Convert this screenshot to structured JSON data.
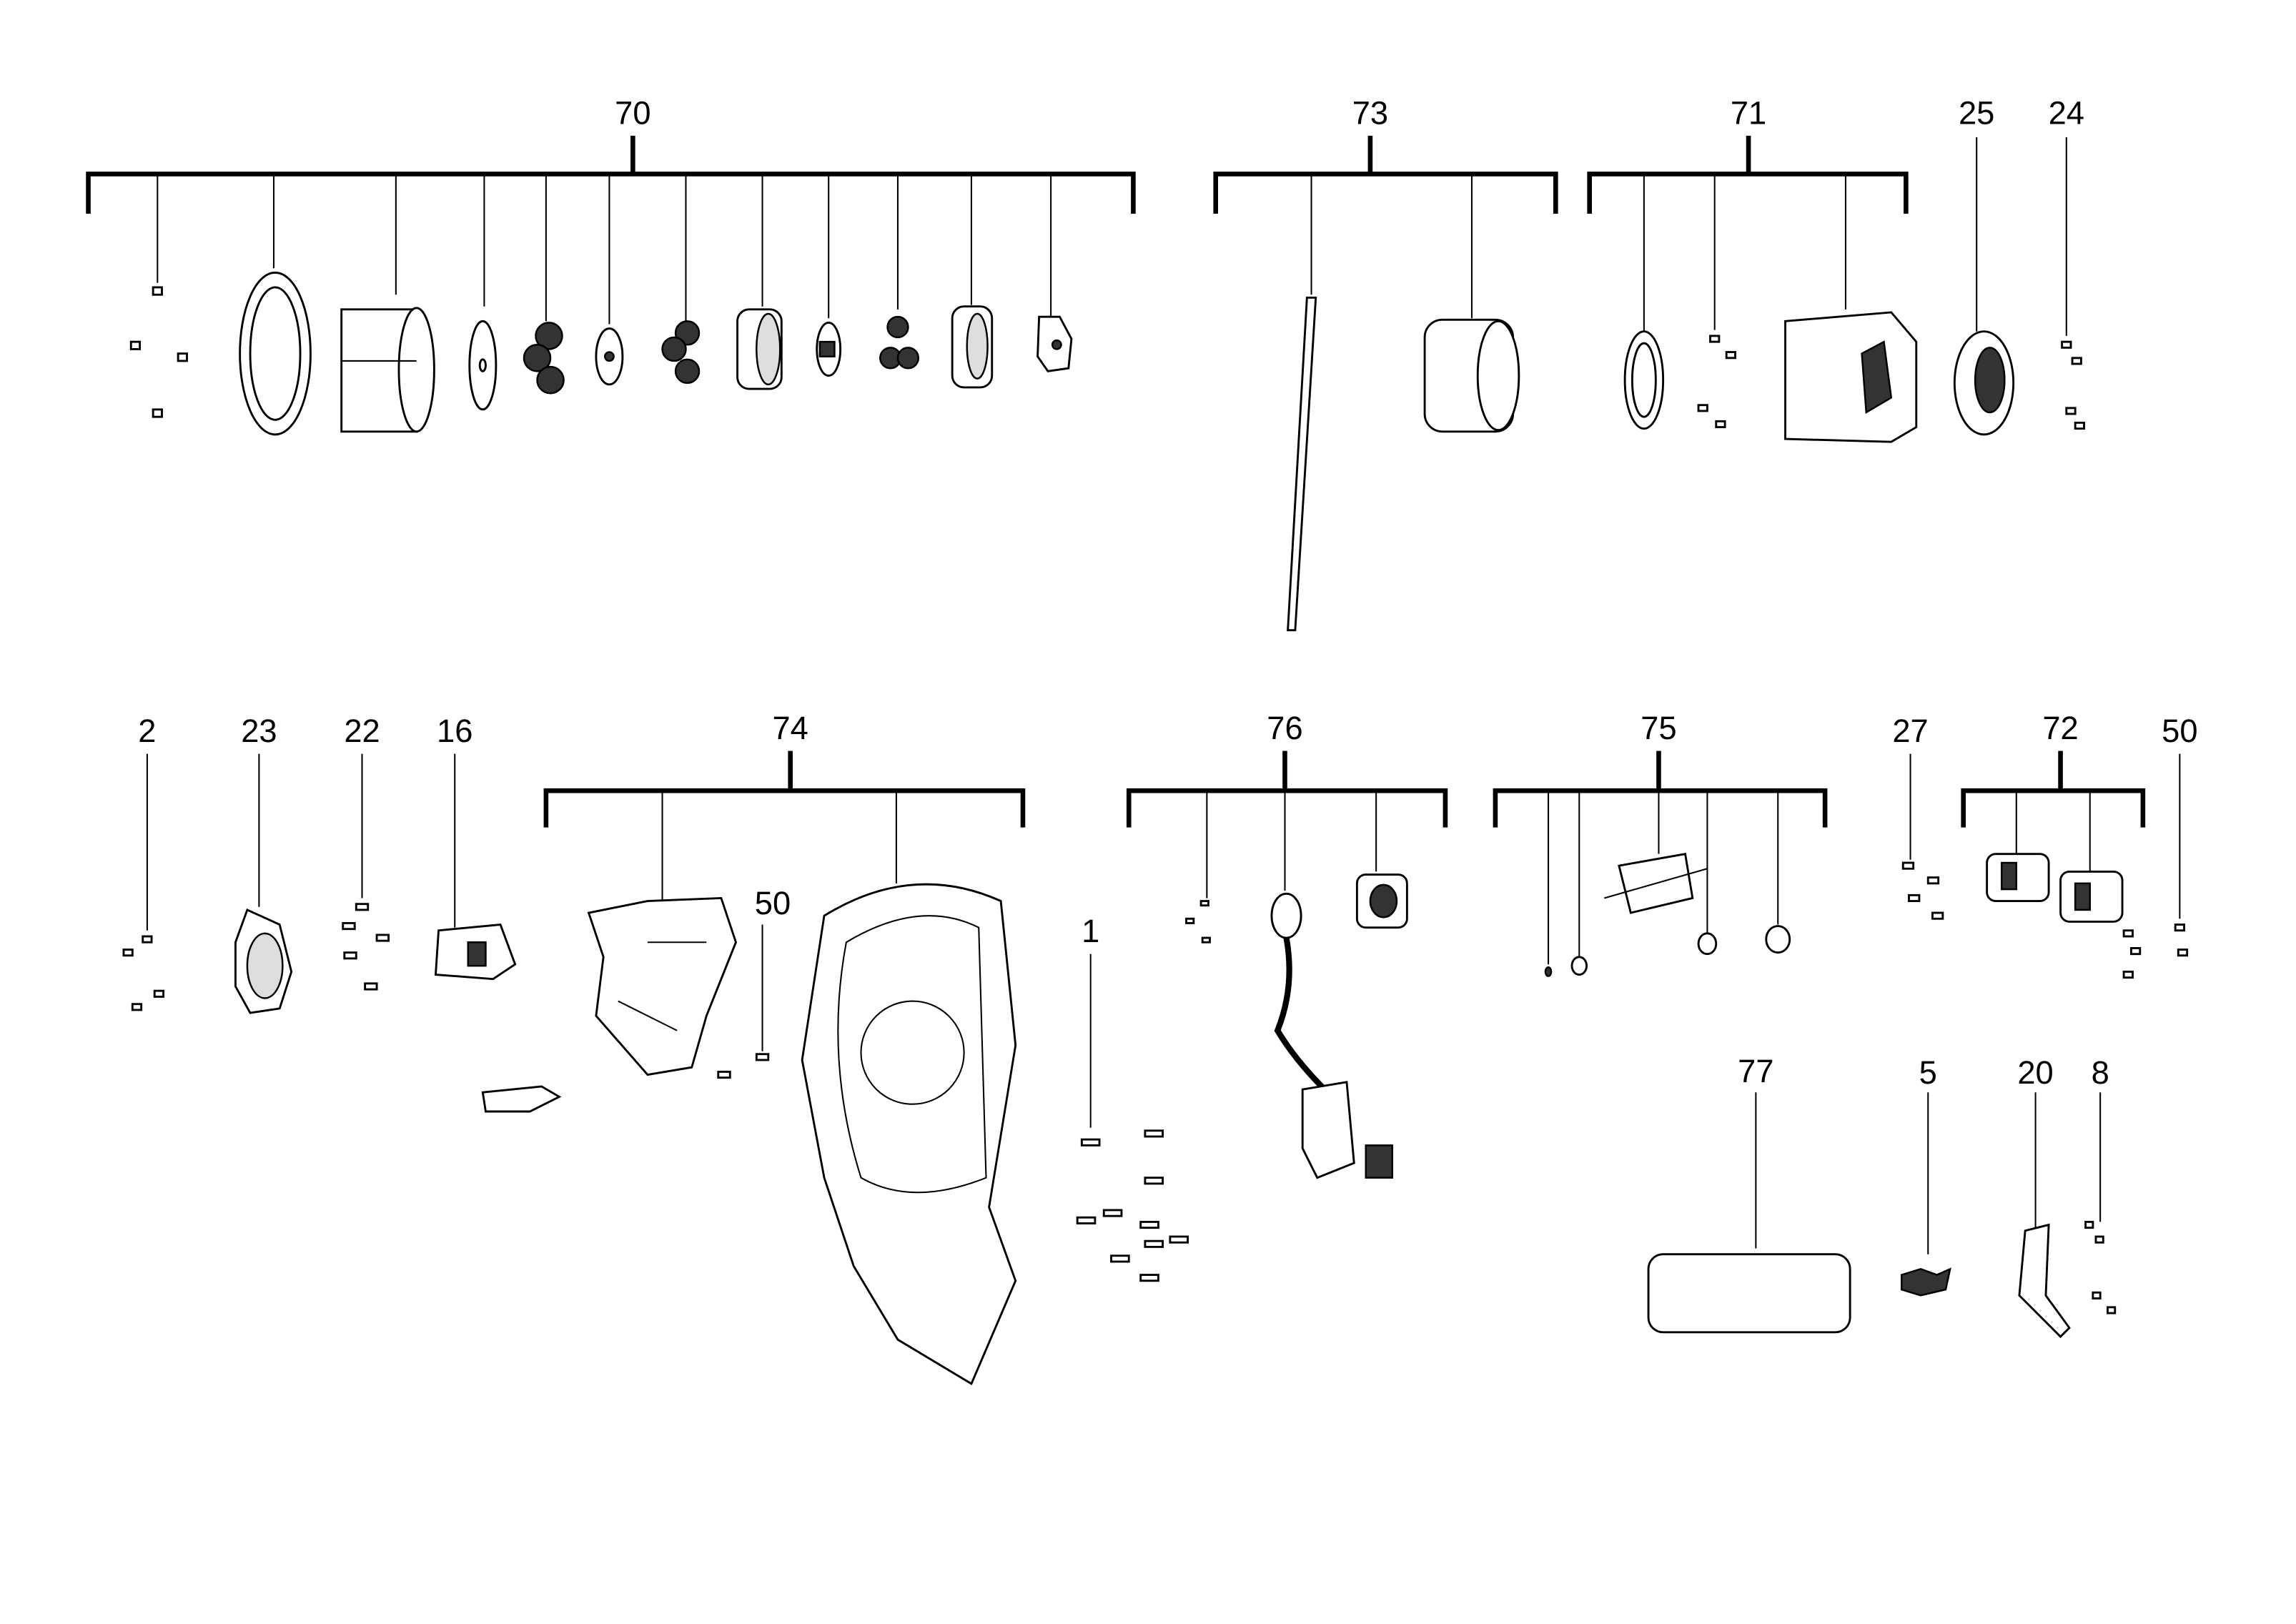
{
  "diagram": {
    "title": "Exploded parts diagram",
    "callouts": {
      "c70": "70",
      "c73": "73",
      "c71": "71",
      "c25": "25",
      "c24": "24",
      "c2": "2",
      "c23": "23",
      "c22": "22",
      "c16": "16",
      "c74": "74",
      "c50a": "50",
      "c76": "76",
      "c75": "75",
      "c27": "27",
      "c72": "72",
      "c50b": "50",
      "c1": "1",
      "c77": "77",
      "c5": "5",
      "c20": "20",
      "c8": "8"
    }
  }
}
